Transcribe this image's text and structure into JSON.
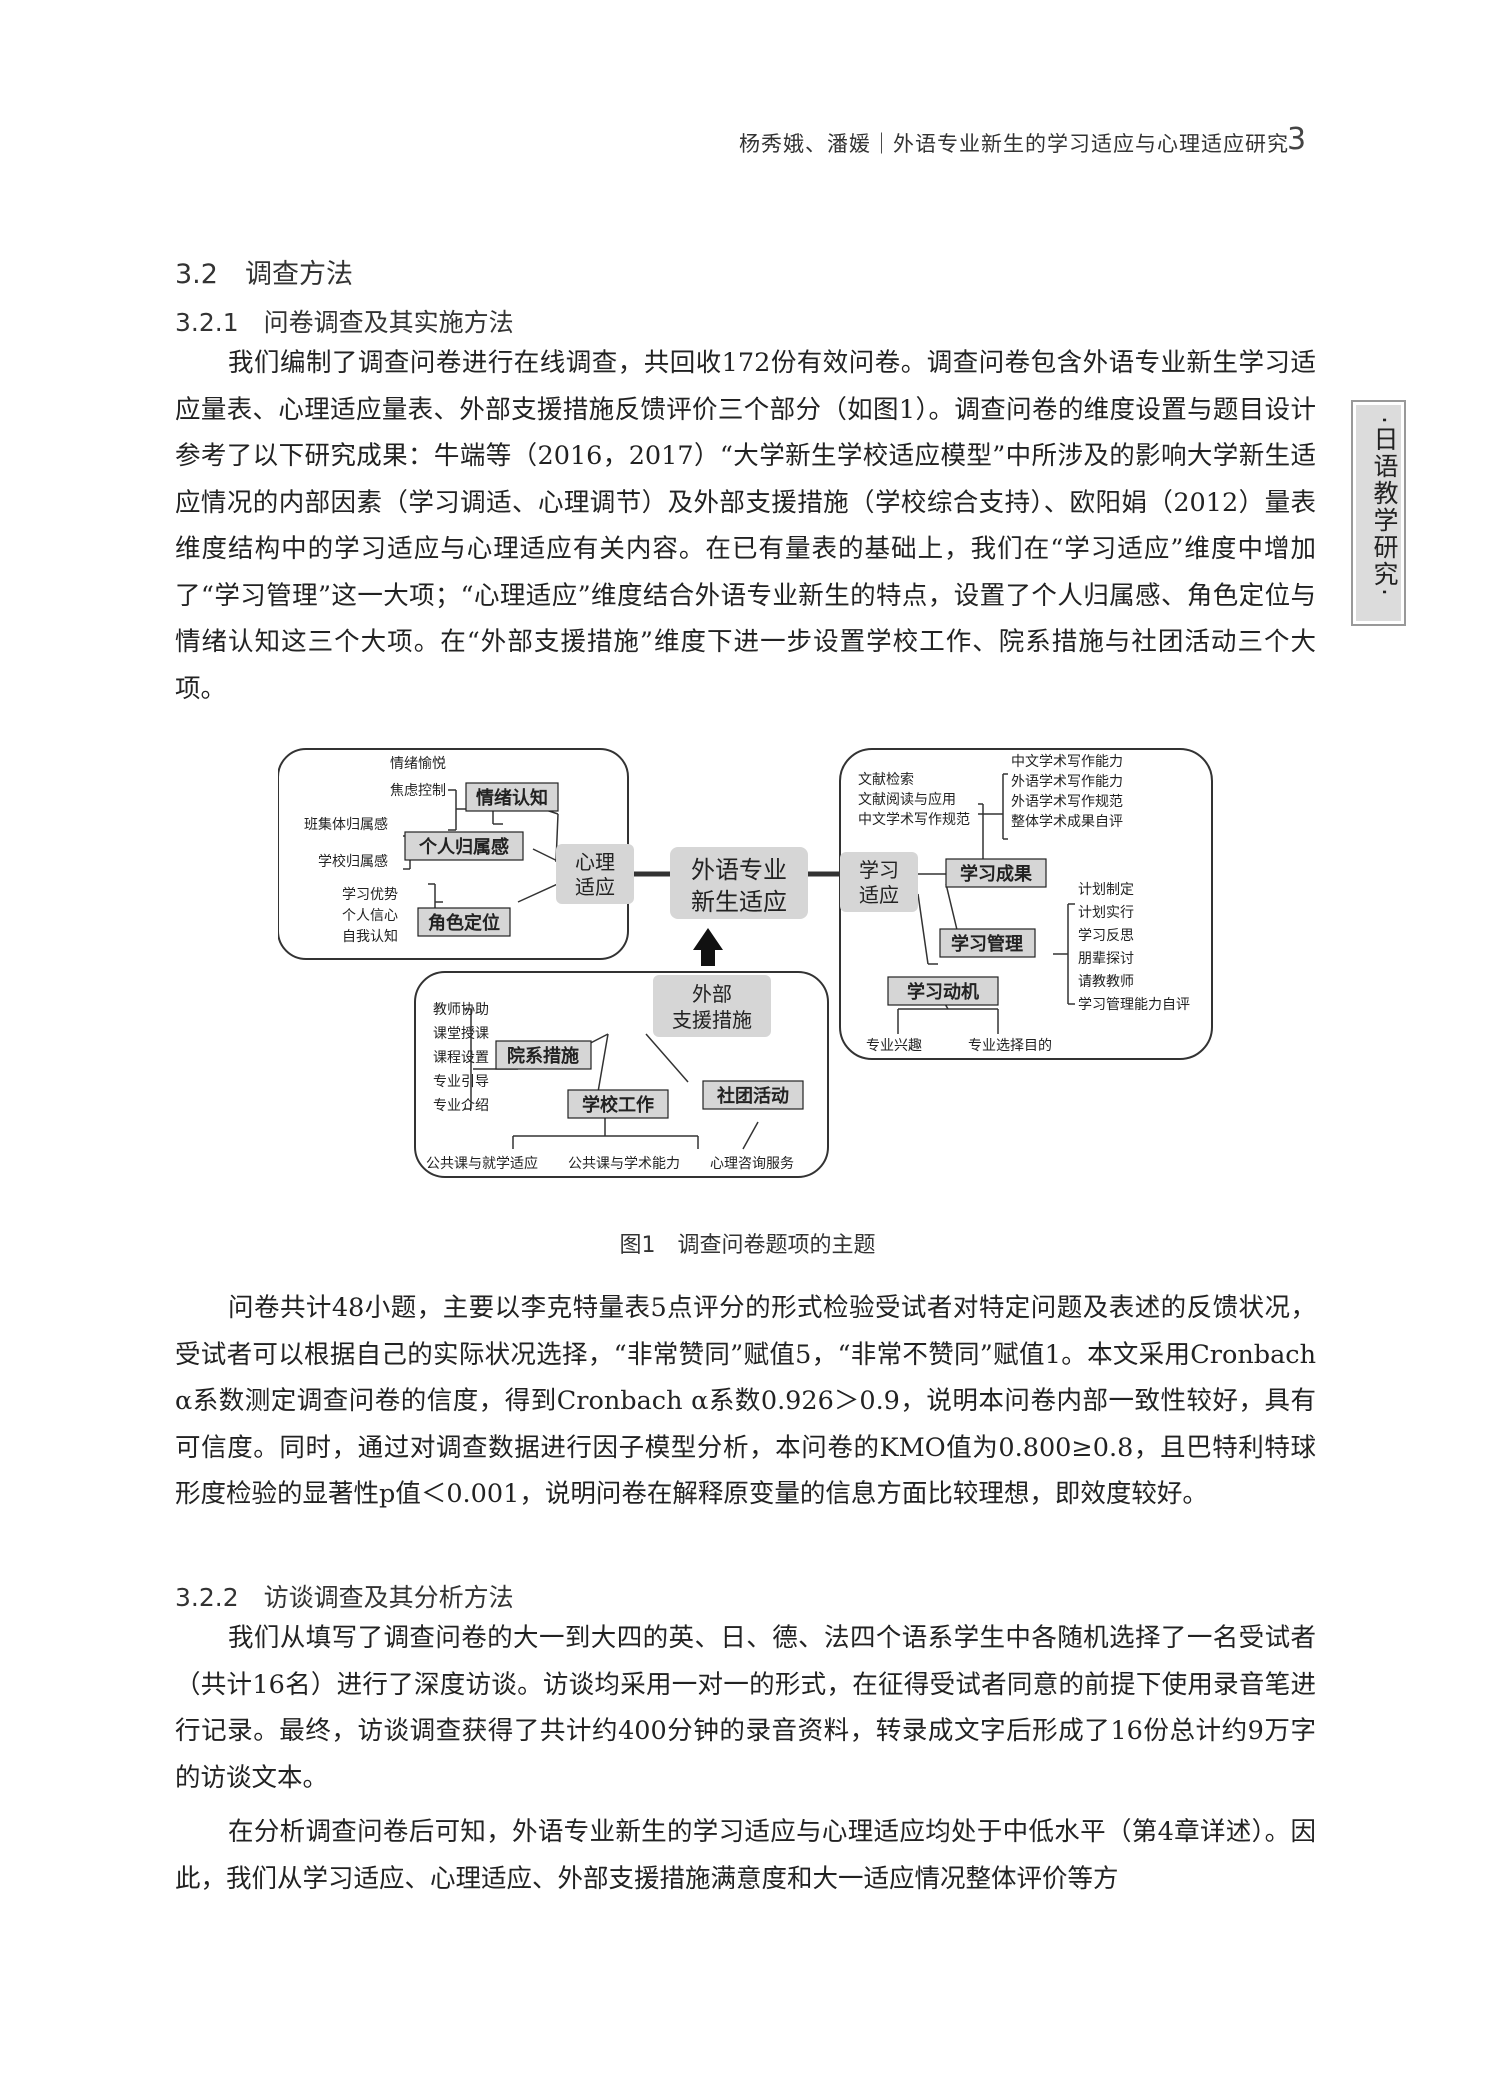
{
  "header": {
    "running_title": "杨秀娥、潘媛｜外语专业新生的学习适应与心理适应研究",
    "page_number": "3"
  },
  "sidebar": {
    "label": "·日语教学研究·"
  },
  "section_3_2": {
    "title": "3.2　调查方法"
  },
  "section_3_2_1": {
    "title": "3.2.1　问卷调查及其实施方法",
    "p1": "我们编制了调查问卷进行在线调查，共回收172份有效问卷。调查问卷包含外语专业新生学习适应量表、心理适应量表、外部支援措施反馈评价三个部分（如图1）。调查问卷的维度设置与题目设计参考了以下研究成果：牛端等（2016，2017）“大学新生学校适应模型”中所涉及的影响大学新生适应情况的内部因素（学习调适、心理调节）及外部支援措施（学校综合支持）、欧阳娟（2012）量表维度结构中的学习适应与心理适应有关内容。在已有量表的基础上，我们在“学习适应”维度中增加了“学习管理”这一大项；“心理适应”维度结合外语专业新生的特点，设置了个人归属感、角色定位与情绪认知这三个大项。在“外部支援措施”维度下进一步设置学校工作、院系措施与社团活动三个大项。",
    "p2": "问卷共计48小题，主要以李克特量表5点评分的形式检验受试者对特定问题及表述的反馈状况，受试者可以根据自己的实际状况选择，“非常赞同”赋值5，“非常不赞同”赋值1。本文采用Cronbach α系数测定调查问卷的信度，得到Cronbach α系数0.926＞0.9，说明本问卷内部一致性较好，具有可信度。同时，通过对调查数据进行因子模型分析，本问卷的KMO值为0.800≥0.8，且巴特利特球形度检验的显著性p值＜0.001，说明问卷在解释原变量的信息方面比较理想，即效度较好。"
  },
  "figure1": {
    "caption": "图1　调查问卷题项的主题",
    "center": {
      "line1": "外语专业",
      "line2": "新生适应"
    },
    "psych": {
      "root1": "心理",
      "root2": "适应",
      "emotion": "情绪认知",
      "emotion_items": [
        "情绪愉悦",
        "焦虑控制"
      ],
      "belong": "个人归属感",
      "belong_items": [
        "班集体归属感",
        "学校归属感"
      ],
      "role": "角色定位",
      "role_items": [
        "学习优势",
        "个人信心",
        "自我认知"
      ]
    },
    "study": {
      "root1": "学习",
      "root2": "适应",
      "results": "学习成果",
      "results_left": [
        "文献检索",
        "文献阅读与应用",
        "中文学术写作规范"
      ],
      "results_right": [
        "中文学术写作能力",
        "外语学术写作能力",
        "外语学术写作规范",
        "整体学术成果自评"
      ],
      "manage": "学习管理",
      "manage_items": [
        "计划制定",
        "计划实行",
        "学习反思",
        "朋辈探讨",
        "请教教师",
        "学习管理能力自评"
      ],
      "motive": "学习动机",
      "motive_items": [
        "专业兴趣",
        "专业选择目的"
      ]
    },
    "external": {
      "root1": "外部",
      "root2": "支援措施",
      "dept": "院系措施",
      "dept_items": [
        "教师协助",
        "课堂授课",
        "课程设置",
        "专业引导",
        "专业介绍"
      ],
      "school": "学校工作",
      "club": "社团活动",
      "bottom_items": [
        "公共课与就学适应",
        "公共课与学术能力",
        "心理咨询服务"
      ]
    }
  },
  "section_3_2_2": {
    "title": "3.2.2　访谈调查及其分析方法",
    "p1": "我们从填写了调查问卷的大一到大四的英、日、德、法四个语系学生中各随机选择了一名受试者（共计16名）进行了深度访谈。访谈均采用一对一的形式，在征得受试者同意的前提下使用录音笔进行记录。最终，访谈调查获得了共计约400分钟的录音资料，转录成文字后形成了16份总计约9万字的访谈文本。",
    "p2": "在分析调查问卷后可知，外语专业新生的学习适应与心理适应均处于中低水平（第4章详述）。因此，我们从学习适应、心理适应、外部支援措施满意度和大一适应情况整体评价等方"
  }
}
